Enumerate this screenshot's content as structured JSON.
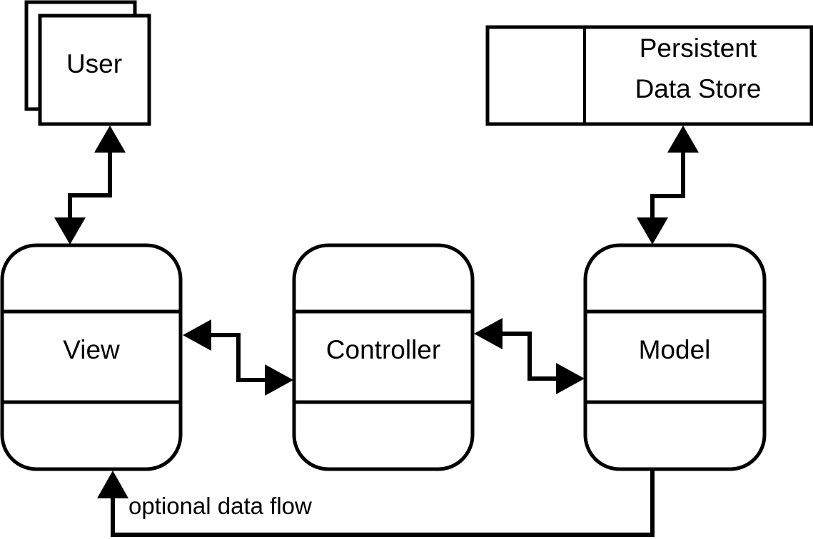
{
  "nodes": {
    "user": {
      "label": "User"
    },
    "store": {
      "line1": "Persistent",
      "line2": "Data Store"
    },
    "view": {
      "label": "View"
    },
    "controller": {
      "label": "Controller"
    },
    "model": {
      "label": "Model"
    }
  },
  "edges": {
    "optional_flow": {
      "label": "optional data flow"
    }
  },
  "colors": {
    "stroke": "#000000",
    "background": "#ffffff"
  }
}
